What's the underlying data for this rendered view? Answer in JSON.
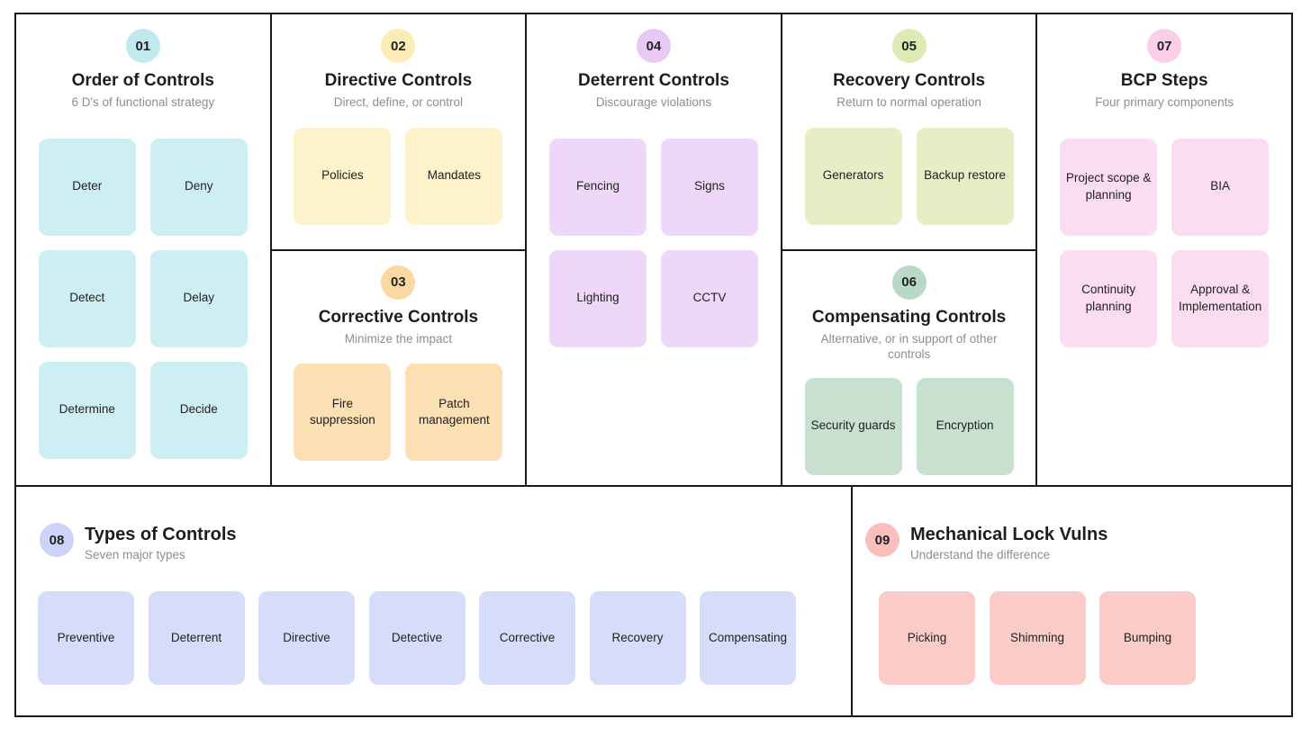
{
  "sections": [
    {
      "number": "01",
      "title": "Order of Controls",
      "subtitle": "6 D's of functional strategy",
      "card_color": "#cdeef3",
      "badge_color": "#c0eaef",
      "cards": [
        "Deter",
        "Deny",
        "Detect",
        "Delay",
        "Determine",
        "Decide"
      ]
    },
    {
      "number": "02",
      "title": "Directive Controls",
      "subtitle": "Direct, define, or control",
      "card_color": "#fdf2c9",
      "badge_color": "#fcecb5",
      "cards": [
        "Policies",
        "Mandates"
      ]
    },
    {
      "number": "03",
      "title": "Corrective Controls",
      "subtitle": "Minimize the impact",
      "card_color": "#fcdfb2",
      "badge_color": "#fbd8a2",
      "cards": [
        "Fire suppression",
        "Patch management"
      ]
    },
    {
      "number": "04",
      "title": "Deterrent Controls",
      "subtitle": "Discourage violations",
      "card_color": "#eed7f9",
      "badge_color": "#e8c8f5",
      "cards": [
        "Fencing",
        "Signs",
        "Lighting",
        "CCTV"
      ]
    },
    {
      "number": "05",
      "title": "Recovery Controls",
      "subtitle": "Return to normal operation",
      "card_color": "#e6eec6",
      "badge_color": "#deeab6",
      "cards": [
        "Generators",
        "Backup restore"
      ]
    },
    {
      "number": "06",
      "title": "Compensating Controls",
      "subtitle": "Alternative, or in support of other controls",
      "card_color": "#c8e0d0",
      "badge_color": "#b9d8c5",
      "cards": [
        "Security guards",
        "Encryption"
      ]
    },
    {
      "number": "07",
      "title": "BCP Steps",
      "subtitle": "Four primary components",
      "card_color": "#fcdcf0",
      "badge_color": "#fbcfe9",
      "cards": [
        "Project scope & planning",
        "BIA",
        "Continuity planning",
        "Approval & Implementation"
      ]
    },
    {
      "number": "08",
      "title": "Types of Controls",
      "subtitle": "Seven major types",
      "card_color": "#d6ddfa",
      "badge_color": "#ccd4f8",
      "cards": [
        "Preventive",
        "Deterrent",
        "Directive",
        "Detective",
        "Corrective",
        "Recovery",
        "Compensating"
      ]
    },
    {
      "number": "09",
      "title": "Mechanical Lock Vulns",
      "subtitle": "Understand the difference",
      "card_color": "#fbcbc8",
      "badge_color": "#fabfbc",
      "cards": [
        "Picking",
        "Shimming",
        "Bumping"
      ]
    }
  ]
}
